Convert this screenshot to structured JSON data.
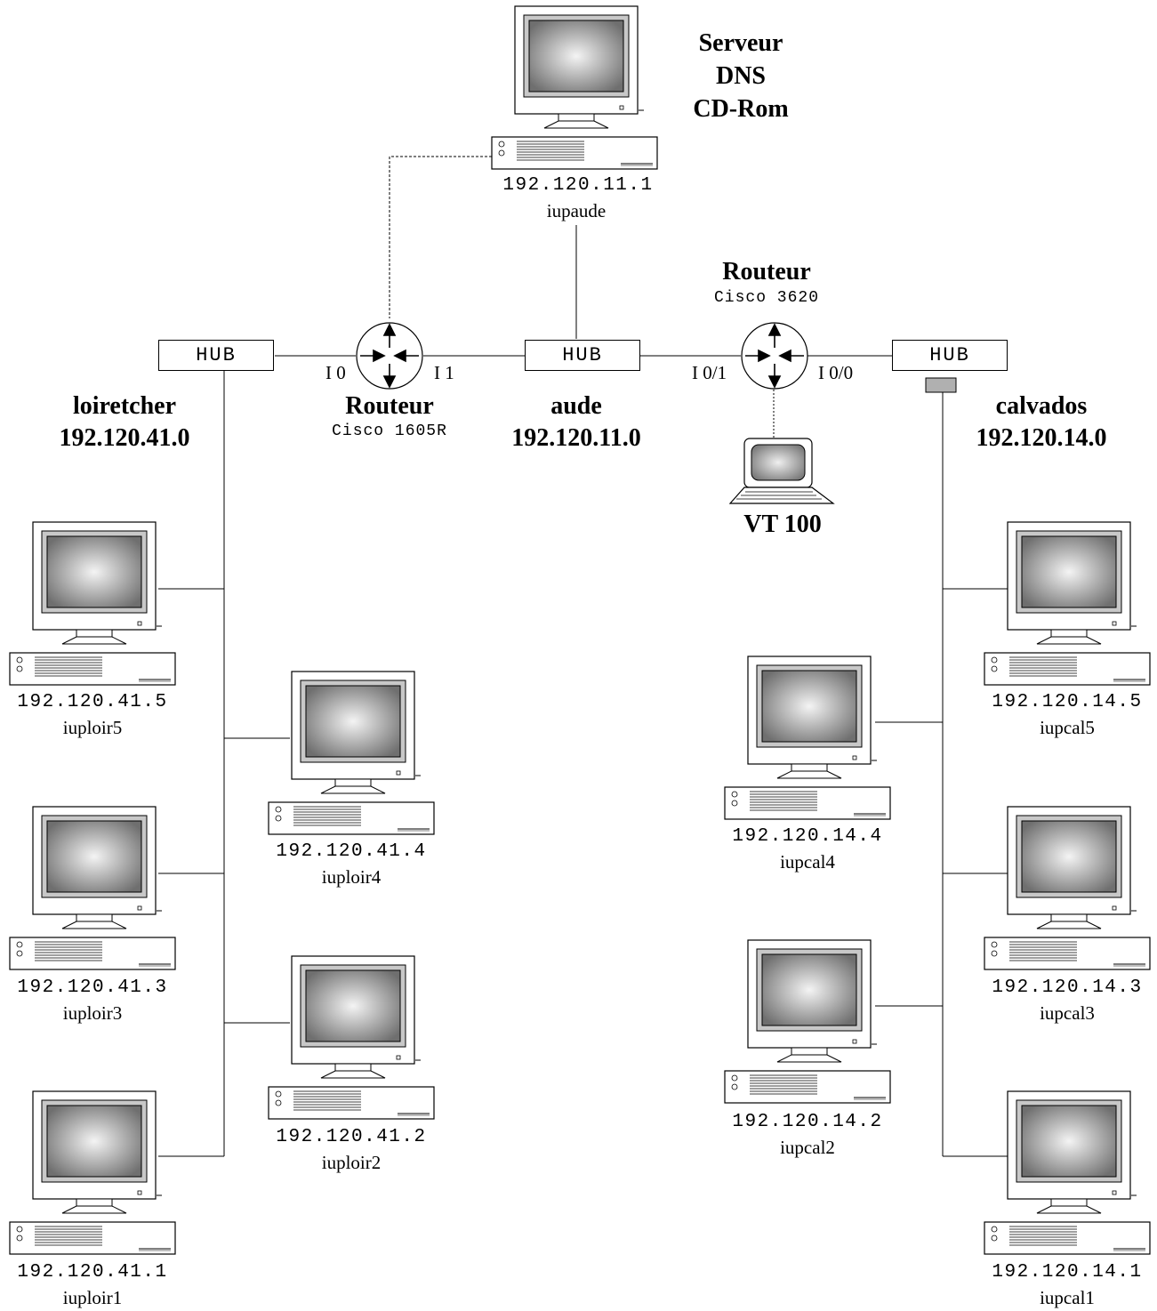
{
  "server": {
    "title_lines": [
      "Serveur",
      "DNS",
      "CD-Rom"
    ],
    "ip": "192.120.11.1",
    "name": "iupaude"
  },
  "routers": {
    "left": {
      "title": "Routeur",
      "model": "Cisco 1605R",
      "if_left": "I 0",
      "if_right": "I 1"
    },
    "right": {
      "title": "Routeur",
      "model": "Cisco 3620",
      "if_left": "I 0/1",
      "if_right": "I 0/0"
    }
  },
  "hubs": {
    "left": "HUB",
    "center": "HUB",
    "right": "HUB"
  },
  "networks": {
    "left": {
      "name": "loiretcher",
      "address": "192.120.41.0"
    },
    "center": {
      "name": "aude",
      "address": "192.120.11.0"
    },
    "right": {
      "name": "calvados",
      "address": "192.120.14.0"
    }
  },
  "terminal": {
    "label": "VT 100"
  },
  "hosts_left": [
    {
      "ip": "192.120.41.5",
      "name": "iuploir5"
    },
    {
      "ip": "192.120.41.4",
      "name": "iuploir4"
    },
    {
      "ip": "192.120.41.3",
      "name": "iuploir3"
    },
    {
      "ip": "192.120.41.2",
      "name": "iuploir2"
    },
    {
      "ip": "192.120.41.1",
      "name": "iuploir1"
    }
  ],
  "hosts_right": [
    {
      "ip": "192.120.14.5",
      "name": "iupcal5"
    },
    {
      "ip": "192.120.14.4",
      "name": "iupcal4"
    },
    {
      "ip": "192.120.14.3",
      "name": "iupcal3"
    },
    {
      "ip": "192.120.14.2",
      "name": "iupcal2"
    },
    {
      "ip": "192.120.14.1",
      "name": "iupcal1"
    }
  ]
}
